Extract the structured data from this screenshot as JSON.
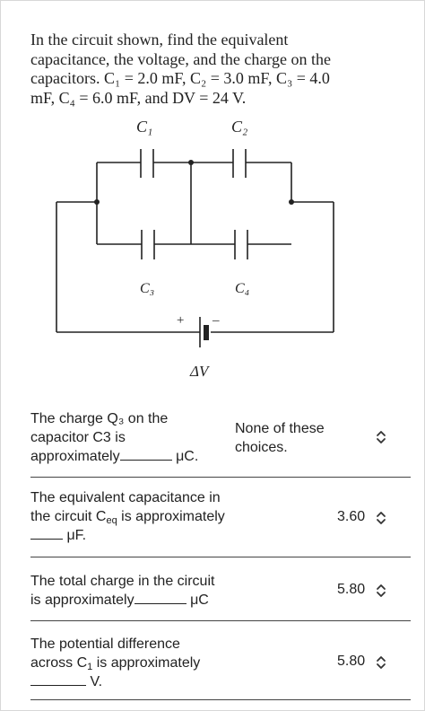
{
  "problem": {
    "line1": "In the circuit shown, find the equivalent",
    "line2": "capacitance, the voltage, and the charge on the",
    "line3": "capacitors. C₁ = 2.0 mF, C₂ = 3.0 mF, C₃ = 4.0",
    "line4": "mF, C₄ = 6.0 mF, and DV = 24 V."
  },
  "circuit": {
    "c1": "C₁",
    "c2": "C₂",
    "c3": "C₃",
    "c4": "C₄",
    "plus": "+",
    "minus": "–",
    "dv": "ΔV"
  },
  "questions": [
    {
      "line1": "The charge Q₃ on the",
      "line2": "capacitor C3 is",
      "line3_pre": "approximately",
      "unit": "μC.",
      "selected": "None of these choices.",
      "selected_line1": "None of these",
      "selected_line2": "choices."
    },
    {
      "line1": "The equivalent capacitance in",
      "line2_pre": "the circuit C",
      "line2_sub": "eq",
      "line2_post": " is approximately",
      "unit": "μF.",
      "selected": "3.60"
    },
    {
      "line1": "The total charge in the circuit",
      "line2_pre": "is approximately",
      "unit": "μC",
      "selected": "5.80"
    },
    {
      "line1": "The potential difference",
      "line2_pre": "across C",
      "line2_sub": "1",
      "line2_post": " is approximately",
      "unit": "V.",
      "selected": "5.80"
    }
  ]
}
